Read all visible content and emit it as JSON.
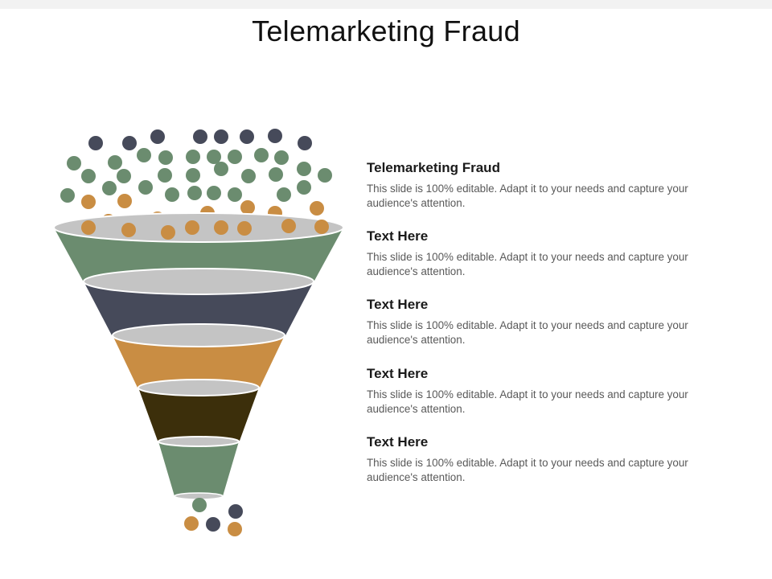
{
  "title": "Telemarketing Fraud",
  "colors": {
    "green": "#6b8c6f",
    "navy": "#464a5a",
    "orange": "#c98d43",
    "brown": "#3c2f0b",
    "rim": "#c4c4c4"
  },
  "items": [
    {
      "heading": "Telemarketing Fraud",
      "body": "This slide is 100% editable. Adapt it to your needs and capture your audience's attention."
    },
    {
      "heading": "Text Here",
      "body": "This slide is 100% editable. Adapt it to your needs and capture your audience's attention."
    },
    {
      "heading": "Text Here",
      "body": "This slide is 100% editable. Adapt it to your needs and capture your audience's attention."
    },
    {
      "heading": "Text Here",
      "body": "This slide is 100% editable. Adapt it to your needs and capture your audience's attention."
    },
    {
      "heading": "Text Here",
      "body": "This slide is 100% editable. Adapt it to your needs and capture your audience's attention."
    }
  ]
}
